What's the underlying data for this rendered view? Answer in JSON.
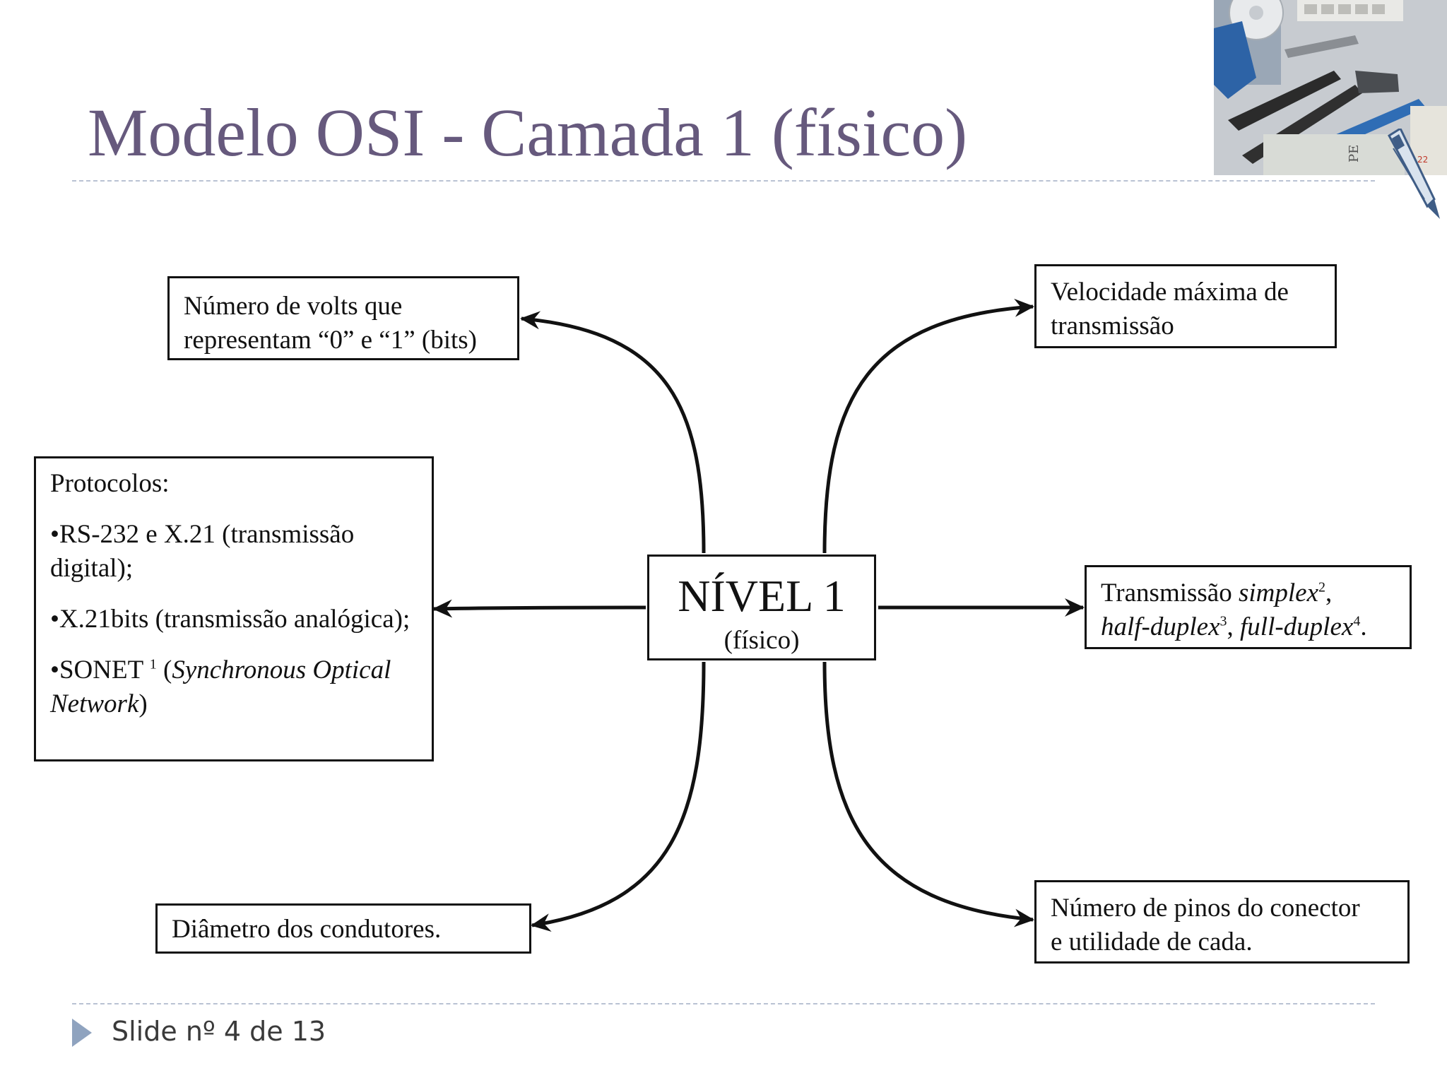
{
  "slide": {
    "title": "Modelo OSI - Camada 1 (físico)",
    "footer": "Slide nº 4 de 13"
  },
  "photo": {
    "edge_label": "PE",
    "corner_label": "22"
  },
  "diagram": {
    "center": {
      "title": "NÍVEL 1",
      "subtitle": "(físico)"
    },
    "volts": {
      "line1": "Número de volts que",
      "line2": "representam “0” e “1” (bits)"
    },
    "speed": {
      "line1": "Velocidade máxima de",
      "line2": "transmissão"
    },
    "protocols": {
      "heading": "Protocolos:",
      "item1": "•RS-232 e X.21 (transmissão digital);",
      "item2": "•X.21bits (transmissão analógica);",
      "item3_prefix": "•SONET ",
      "item3_sup": "1",
      "item3_italic": "Synchronous Optical Network",
      "item3_suffix": ")"
    },
    "modes": {
      "prefix": "Transmissão ",
      "simplex": "simplex",
      "simplex_sup": "2",
      "comma1": ",",
      "half": "half-duplex",
      "half_sup": "3",
      "comma2": ", ",
      "full": "full-duplex",
      "full_sup": "4",
      "end": "."
    },
    "diameter": "Diâmetro dos condutores.",
    "pins": {
      "line1": "Número de pinos do conector",
      "line2": "e utilidade de cada."
    }
  },
  "colors": {
    "title": "#66597d",
    "dash": "#b9c2d3",
    "footer_triangle": "#8fa3bf"
  }
}
